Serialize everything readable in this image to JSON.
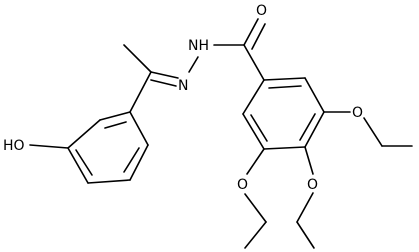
{
  "molecule": {
    "atoms": {
      "O_carbonyl": "O",
      "NH": "NH",
      "N_imine": "N",
      "OH": "HO",
      "O_ethoxy_3": "O",
      "O_ethoxy_4": "O",
      "O_ethoxy_5": "O"
    }
  },
  "colors": {
    "bond": "#000000",
    "text": "#000000",
    "background": "#ffffff"
  }
}
